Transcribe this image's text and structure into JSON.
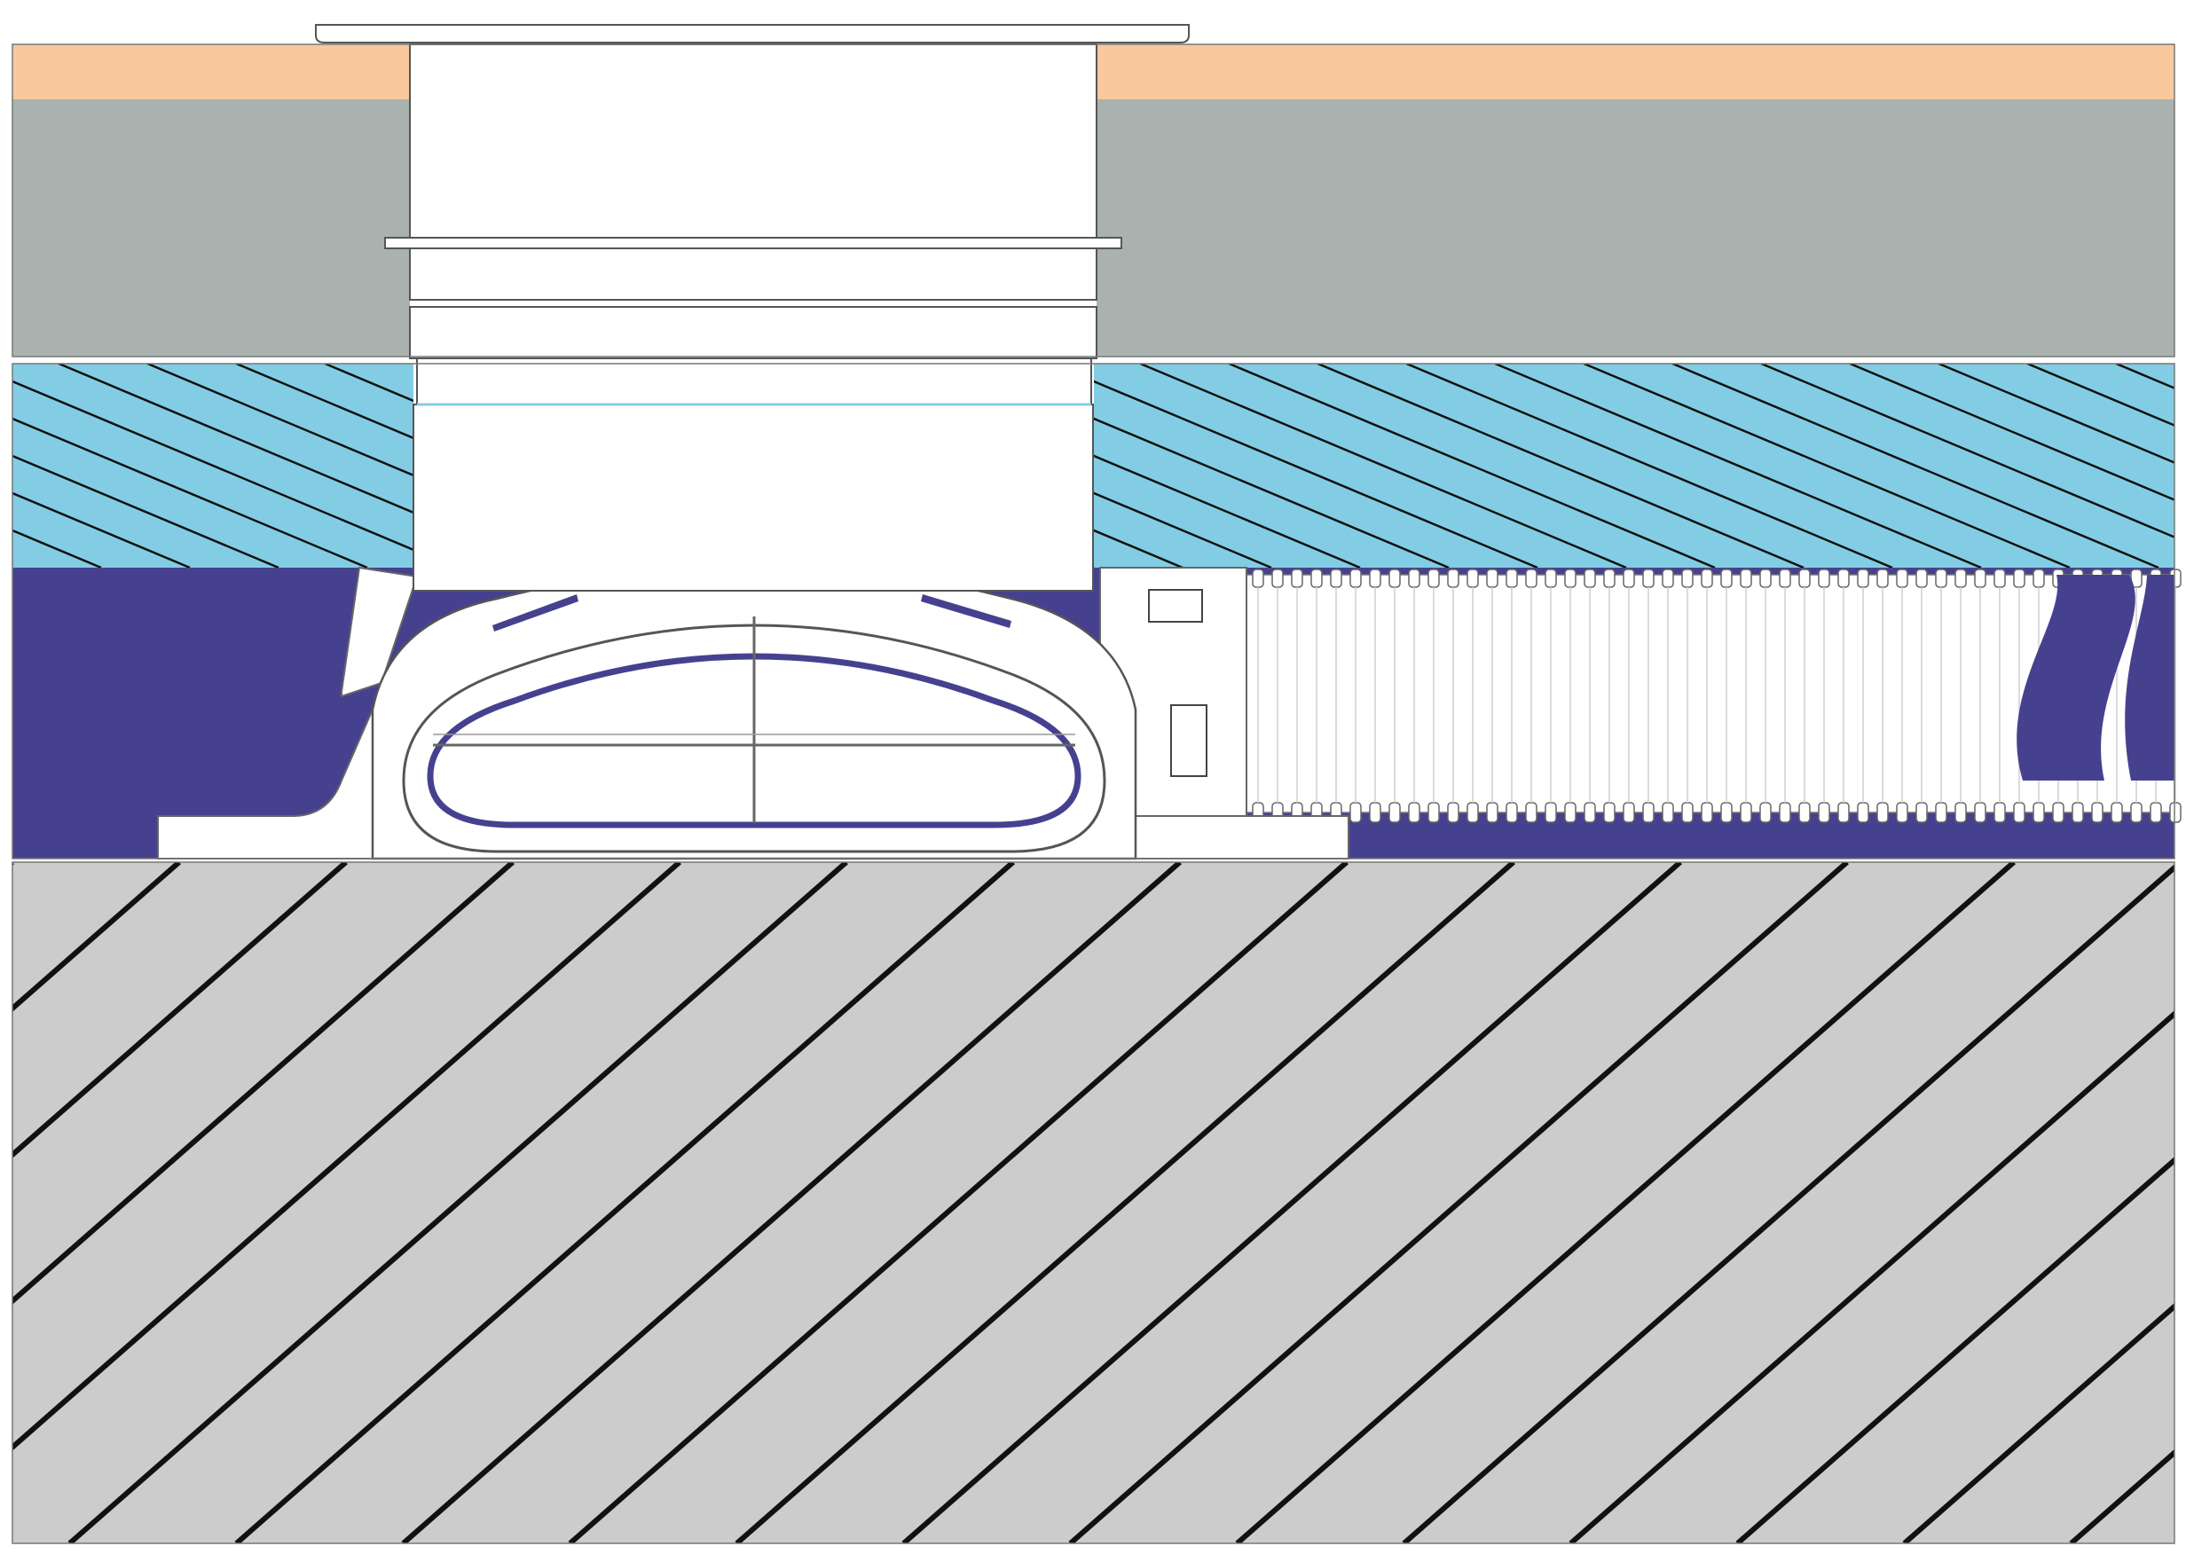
{
  "colors": {
    "background": "#ffffff",
    "tile": "#f9c89c",
    "screed": "#a9b2ae",
    "insulation": "#83cde4",
    "installation_layer": "#46418f",
    "concrete": "#cccccc",
    "component": "#ffffff",
    "outline": "#555555",
    "hatch": "#111111"
  },
  "layers": [
    {
      "id": "tile",
      "fill_key": "tile",
      "hatched": false
    },
    {
      "id": "screed",
      "fill_key": "screed",
      "hatched": false
    },
    {
      "id": "insulation",
      "fill_key": "insulation",
      "hatched": true
    },
    {
      "id": "installation-layer",
      "fill_key": "installation_layer",
      "hatched": false
    },
    {
      "id": "concrete-slab",
      "fill_key": "concrete",
      "hatched": true
    }
  ],
  "components": {
    "drain_body": "floor-drain-body",
    "drain_cover": "drain-cover-plate",
    "corrugated_pipe": "corrugated-drain-pipe"
  }
}
